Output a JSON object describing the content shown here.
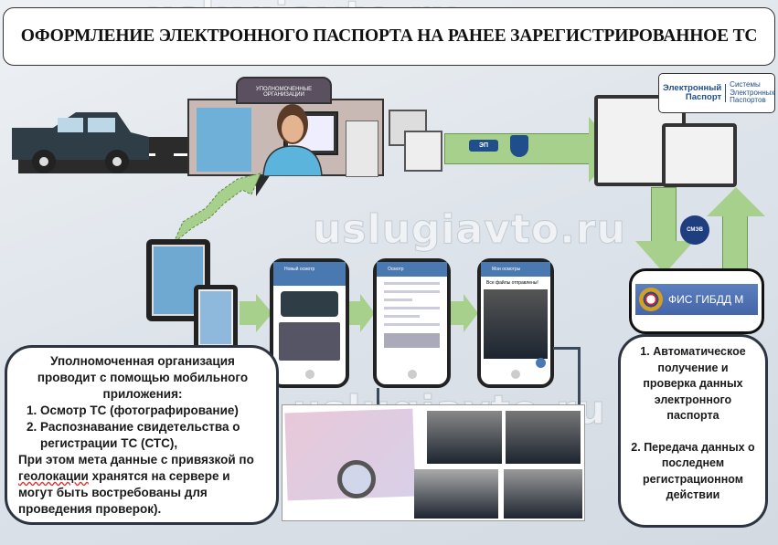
{
  "title": "ОФОРМЛЕНИЕ ЭЛЕКТРОННОГО ПАСПОРТА НА РАНЕЕ ЗАРЕГИСТРИРОВАННОЕ ТС",
  "watermark": "uslugiavto.ru",
  "building_label": "УПОЛНОМОЧЕННЫЕ ОРГАНИЗАЦИИ",
  "usb_label": "ЭП",
  "logo": {
    "left_top": "Электронный",
    "left_bottom": "Паспорт",
    "right": [
      "Системы",
      "Электронных",
      "Паспортов"
    ]
  },
  "smev_label": "СМЭВ",
  "fis_label": "ФИС ГИБДД М",
  "phones": [
    {
      "header": "Новый осмотр"
    },
    {
      "header": "Осмотр"
    },
    {
      "header": "Мои осмотры",
      "status": "Все файлы отправлены!"
    }
  ],
  "left_box": {
    "intro": "Уполномоченная организация проводит с помощью мобильного приложения:",
    "items": [
      "Осмотр ТС (фотографирование)",
      "Распознавание свидетельства о регистрации ТС (СТС),"
    ],
    "outro_pre": "При этом мета данные с привязкой по ",
    "outro_word": "геолокации",
    "outro_post": " хранятся на сервере и могут быть востребованы для проведения проверок)."
  },
  "right_box": {
    "item1": "1. Автоматическое получение  и проверка данных электронного паспорта",
    "item2": "2. Передача данных о последнем регистрационном действии"
  }
}
